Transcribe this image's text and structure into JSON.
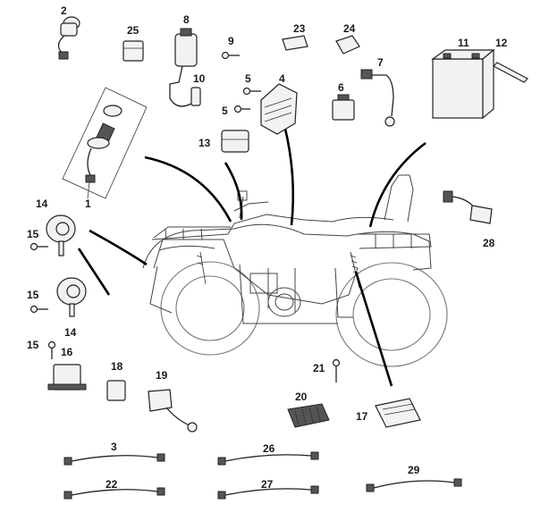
{
  "diagram": {
    "labels": {
      "p1": "1",
      "p2": "2",
      "p3": "3",
      "p4": "4",
      "p5a": "5",
      "p5b": "5",
      "p6": "6",
      "p7": "7",
      "p8": "8",
      "p9": "9",
      "p10": "10",
      "p11": "11",
      "p12": "12",
      "p13": "13",
      "p14a": "14",
      "p14b": "14",
      "p15a": "15",
      "p15b": "15",
      "p15c": "15",
      "p16": "16",
      "p17": "17",
      "p18": "18",
      "p19": "19",
      "p20": "20",
      "p21": "21",
      "p22": "22",
      "p23": "23",
      "p24": "24",
      "p25": "25",
      "p26": "26",
      "p27": "27",
      "p28": "28",
      "p29": "29"
    }
  }
}
